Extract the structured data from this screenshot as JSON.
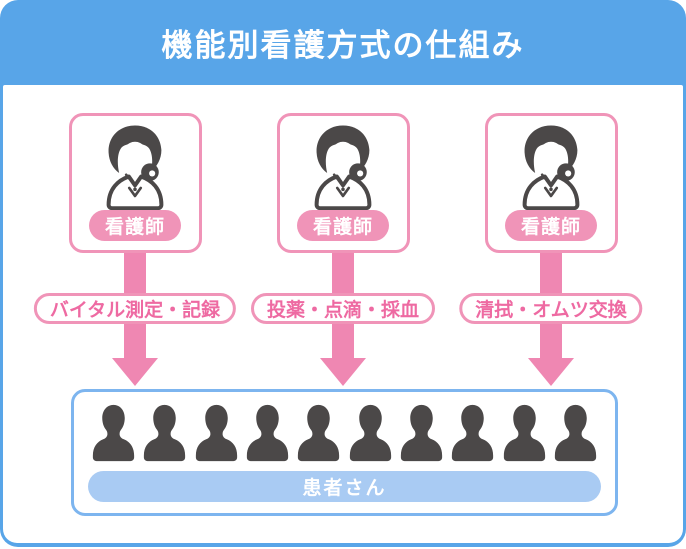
{
  "header": {
    "title": "機能別看護方式の仕組み"
  },
  "colors": {
    "frame_blue": "#58a5e8",
    "pink": "#f094b8",
    "arrow_pink": "#ef87b2",
    "pink_text": "#ee6aa2",
    "box_blue_border": "#7db5ef",
    "patient_pill_bg": "#a9cbf3",
    "ink": "#4b4848"
  },
  "columns": [
    {
      "role_label": "看護師",
      "task_label": "バイタル測定・記録"
    },
    {
      "role_label": "看護師",
      "task_label": "投薬・点滴・採血"
    },
    {
      "role_label": "看護師",
      "task_label": "清拭・オムツ交換"
    }
  ],
  "patients": {
    "label": "患者さん",
    "count": 10
  },
  "icons": {
    "nurse": "nurse-avatar-icon",
    "patient": "person-silhouette-icon",
    "arrow": "down-arrow"
  }
}
